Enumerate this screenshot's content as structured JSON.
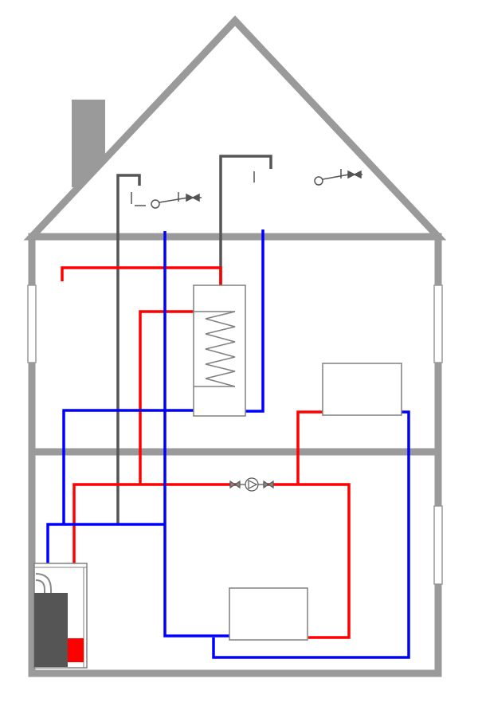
{
  "diagram": {
    "type": "house-heating-system",
    "colors": {
      "structure": "#9a9a9a",
      "flow_hot": "#ff0000",
      "return_cold": "#0000ff",
      "vent_pipe": "#555555",
      "component_outline": "#808080",
      "boiler_body": "#555555"
    },
    "components": [
      "chimney",
      "feed-and-expansion-tank-valve",
      "cold-water-tank-valve",
      "hot-water-cylinder",
      "heating-coil",
      "pump",
      "pump-isolation-valves",
      "upper-radiator",
      "lower-radiator",
      "boiler"
    ]
  }
}
